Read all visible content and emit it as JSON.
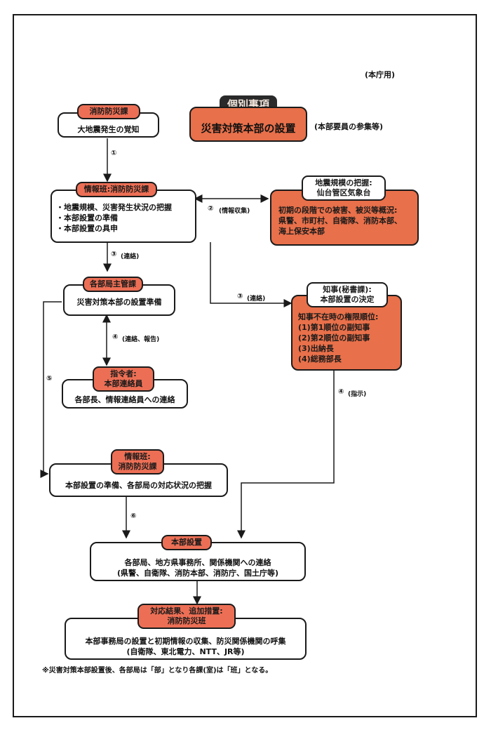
{
  "header_note": "(本庁用)",
  "title": {
    "heading": "個別事項",
    "main": "災害対策本部の設置",
    "aside": "(本部要員の参集等)"
  },
  "nodes": {
    "start": {
      "tag": "消防防災課",
      "text": "大地震発生の覚知"
    },
    "info1": {
      "tag": "情報班:消防防災課",
      "items": [
        "・地震規模、災害発生状況の把握",
        "・本部設置の準備",
        "・本部設置の具申"
      ]
    },
    "quake": {
      "tag_lines": [
        "地震規模の把握:",
        "仙台管区気象台"
      ],
      "body_lines": [
        "初期の段階での被害、被災等概況:",
        "県警、市町村、自衛隊、消防本部、",
        "海上保安本部"
      ]
    },
    "bureau": {
      "tag": "各部局主管課",
      "text": "災害対策本部の設置準備"
    },
    "governor": {
      "tag_lines": [
        "知事(秘書課):",
        "本部設置の決定"
      ],
      "body_lines": [
        "知事不在時の権限順位:",
        "(1)第1順位の副知事",
        "(2)第2順位の副知事",
        "(3)出納長",
        "(4)総務部長"
      ]
    },
    "liaison": {
      "tag_lines": [
        "指令者:",
        "本部連絡員"
      ],
      "text": "各部長、情報連絡員への連絡"
    },
    "info2": {
      "tag_lines": [
        "情報班:",
        "消防防災課"
      ],
      "text": "本部設置の準備、各部局の対応状況の把握"
    },
    "hq": {
      "tag": "本部設置",
      "lines": [
        "各部局、地方県事務所、関係機関への連絡",
        "(県警、自衛隊、消防本部、消防庁、国土庁等)"
      ]
    },
    "result": {
      "tag_lines": [
        "対応結果、追加措置:",
        "消防防災班"
      ],
      "lines": [
        "本部事務局の設置と初期情報の収集、防災関係機関の呼集",
        "(自衛隊、東北電力、NTT、JR等)"
      ]
    }
  },
  "edges": {
    "e1": "①",
    "e2": "②",
    "e2_label": "(情報収集)",
    "e3a": "③",
    "e3a_label": "(連絡)",
    "e3b": "③",
    "e3b_label": "(連絡)",
    "e4": "④",
    "e4_label": "(連絡、報告)",
    "e4b": "④",
    "e4b_label": "(指示)",
    "e5": "⑤",
    "e6": "⑥"
  },
  "footnote": "※災害対策本部設置後、各部局は「部」となり各課(室)は「班」となる。",
  "colors": {
    "accent": "#e8704a",
    "tag": "#ec6f55",
    "line": "#1a1a1a"
  }
}
